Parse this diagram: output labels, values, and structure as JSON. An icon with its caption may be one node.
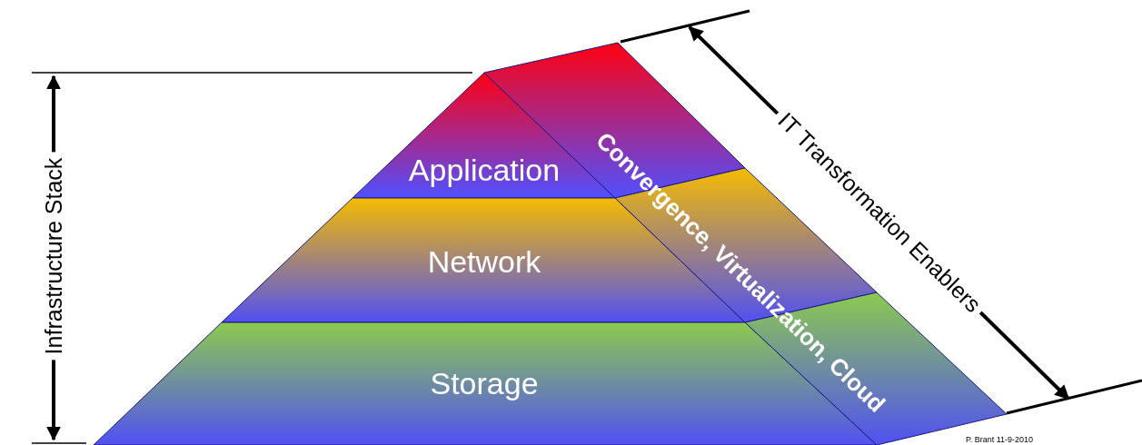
{
  "diagram": {
    "nodes": [
      {
        "text": [
          "Application"
        ]
      },
      {
        "text": [
          "Network"
        ]
      },
      {
        "text": [
          "Storage"
        ]
      },
      {
        "text": [
          "Convergence, Virtualization, Cloud"
        ]
      }
    ],
    "labels": [
      "Infrastructure Stack",
      "IT Transformation Enablers",
      "P. Brant 11-9-2010"
    ]
  }
}
